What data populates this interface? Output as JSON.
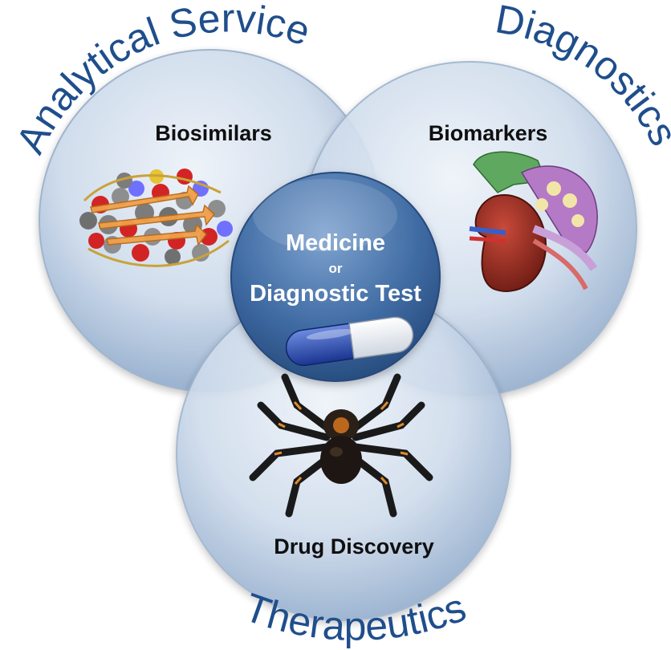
{
  "outer_labels": {
    "analytical": "Analytical Services",
    "diagnostics": "Diagnostics",
    "therapeutics": "Therapeutics"
  },
  "circles": {
    "left": {
      "label": "Biosimilars",
      "icon": "protein-molecule-icon"
    },
    "right": {
      "label": "Biomarkers",
      "icon": "kidney-organ-icon"
    },
    "bottom": {
      "label": "Drug Discovery",
      "icon": "tarantula-icon"
    }
  },
  "center": {
    "line1": "Medicine",
    "line2": "or",
    "line3": "Diagnostic Test",
    "icon": "capsule-pill-icon"
  },
  "colors": {
    "outer_text": "#1f4e8c",
    "circle_fill": "#c9d8ea",
    "center_fill": "#3f6fa8"
  }
}
